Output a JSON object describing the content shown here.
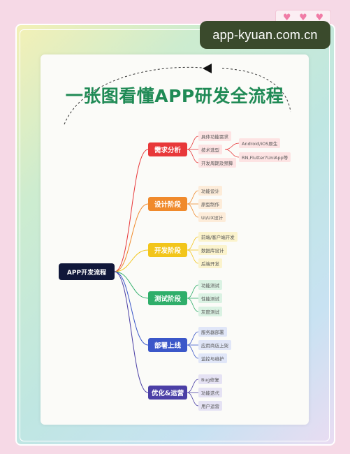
{
  "watermark": "app-kyuan.com.cn",
  "title": "一张图看懂APP研发全流程",
  "root": "APP开发流程",
  "stages": [
    {
      "label": "需求分析",
      "color": "#e8383a",
      "tint": "#fde3e3",
      "items": [
        "具体功能需求",
        "技术选型",
        "开发周期及预算"
      ],
      "sub": [
        "Android/iOS原生",
        "RN,Flutter?UniApp等"
      ]
    },
    {
      "label": "设计阶段",
      "color": "#f08a2c",
      "tint": "#fdecd9",
      "items": [
        "功能设计",
        "原型制作",
        "UI/UX设计"
      ]
    },
    {
      "label": "开发阶段",
      "color": "#f2c51b",
      "tint": "#fbf3cc",
      "items": [
        "前端/客户端开发",
        "数据库设计",
        "后端开发"
      ]
    },
    {
      "label": "测试阶段",
      "color": "#2fae6a",
      "tint": "#daf2e3",
      "items": [
        "功能测试",
        "性能测试",
        "灰度测试"
      ]
    },
    {
      "label": "部署上线",
      "color": "#3b57c9",
      "tint": "#e0e6f8",
      "items": [
        "服务器部署",
        "应用商店上架",
        "监控与维护"
      ]
    },
    {
      "label": "优化&运营",
      "color": "#4b3fa6",
      "tint": "#e5e2f4",
      "items": [
        "Bug修复",
        "功能迭代",
        "用户运营"
      ]
    }
  ]
}
